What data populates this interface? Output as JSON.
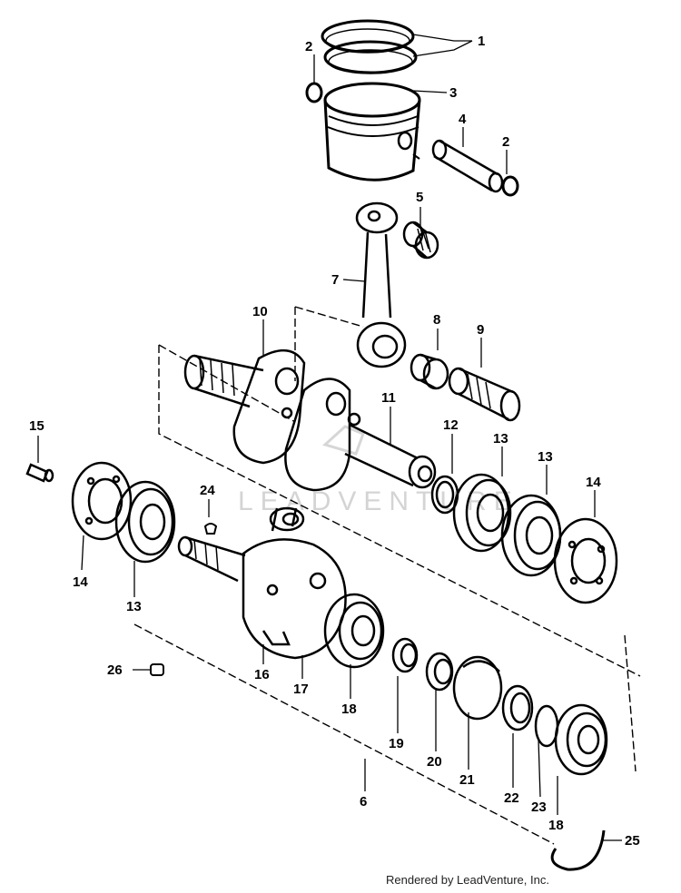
{
  "diagram": {
    "callouts": [
      "1",
      "2",
      "3",
      "4",
      "2",
      "5",
      "7",
      "8",
      "9",
      "10",
      "11",
      "12",
      "13",
      "13",
      "14",
      "15",
      "14",
      "13",
      "24",
      "26",
      "16",
      "17",
      "18",
      "19",
      "20",
      "21",
      "22",
      "23",
      "18",
      "6",
      "25"
    ]
  },
  "watermark": "LEADVENTURE",
  "credit": "Rendered by LeadVenture, Inc."
}
